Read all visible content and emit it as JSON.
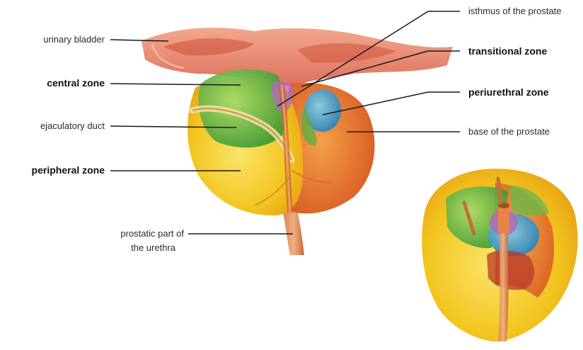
{
  "labels": {
    "urinary_bladder": "urinary bladder",
    "central_zone": "central zone",
    "ejaculatory_duct": "ejaculatory duct",
    "peripheral_zone": "peripheral zone",
    "prostatic_part_line1": "prostatic part of",
    "prostatic_part_line2": "the urethra",
    "isthmus": "isthmus of the prostate",
    "transitional_zone": "transitional zone",
    "periurethral_zone": "periurethral zone",
    "base_of_prostate": "base of the prostate"
  },
  "colors": {
    "bladder": "#e07a5a",
    "central": "#66b84a",
    "peripheral": "#f2c51e",
    "transitional": "#e06a2a",
    "periurethral": "#3a9fd0",
    "isthmus": "#b46ab8",
    "leader_line": "#1a1a1a"
  }
}
